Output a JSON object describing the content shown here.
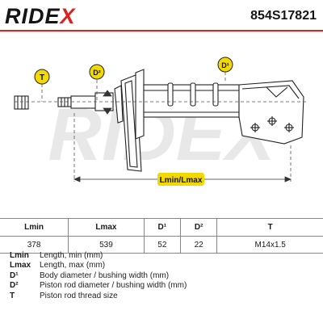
{
  "header": {
    "brand": "RIDEX",
    "part_number": "854S17821"
  },
  "drawing": {
    "watermark": "RIDEX",
    "dimension_label": "Lmin/Lmax",
    "markers": {
      "thread": "T",
      "rod": "D²",
      "body": "D¹"
    }
  },
  "specs": {
    "headers": [
      "Lmin",
      "Lmax",
      "D¹",
      "D²",
      "T"
    ],
    "values": [
      "378",
      "539",
      "52",
      "22",
      "M14x1.5"
    ]
  },
  "legend": [
    {
      "code": "Lmin",
      "text": "Length, min (mm)"
    },
    {
      "code": "Lmax",
      "text": "Length, max (mm)"
    },
    {
      "code": "D¹",
      "text": "Body diameter / bushing width (mm)"
    },
    {
      "code": "D²",
      "text": "Piston rod diameter / bushing width (mm)"
    },
    {
      "code": "T",
      "text": "Piston rod thread size"
    }
  ],
  "colors": {
    "accent": "#e0201c",
    "badge": "#f2d900"
  }
}
